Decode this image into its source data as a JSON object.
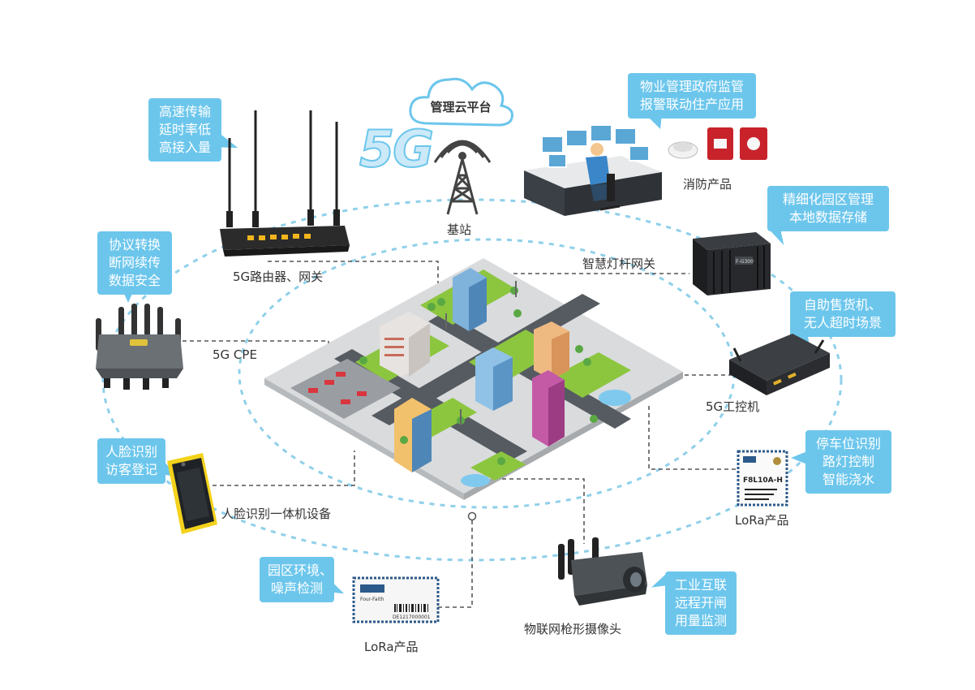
{
  "cloud": {
    "label": "管理云平台"
  },
  "five_g": {
    "label": "5G"
  },
  "station": {
    "label": "基站"
  },
  "callouts": {
    "gov": [
      "物业管理政府监管",
      "报警联动住产应用"
    ],
    "speed": [
      "高速传输",
      "延时率低",
      "高接入量"
    ],
    "protocol": [
      "协议转换",
      "断网续传",
      "数据安全"
    ],
    "park": [
      "精细化园区管理",
      "本地数据存储"
    ],
    "vending": [
      "自助售货机、",
      "无人超时场景"
    ],
    "parking": [
      "停车位识别",
      "路灯控制",
      "智能浇水"
    ],
    "face": [
      "人脸识别",
      "访客登记"
    ],
    "env": [
      "园区环境、",
      "噪声检测"
    ],
    "industrial": [
      "工业互联",
      "远程开闸",
      "用量监测"
    ]
  },
  "labels": {
    "fire": "消防产品",
    "router": "5G路由器、网关",
    "lamp": "智慧灯杆网关",
    "cpe": "5G CPE",
    "ipc": "5G工控机",
    "lora_right": "LoRa产品",
    "face_device": "人脸识别一体机设备",
    "lora_bottom": "LoRa产品",
    "camera": "物联网枪形摄像头"
  },
  "modules": {
    "right_model": "F8L10A-H",
    "right_brand": "Four-Faith",
    "bottom_sn": "DE1217000001"
  },
  "ipc_brand": "F-G300",
  "colors": {
    "callout": "#6cc6ec",
    "ring": "#7fcbe8",
    "road": "#555b61",
    "grass": "#8cc63f"
  }
}
